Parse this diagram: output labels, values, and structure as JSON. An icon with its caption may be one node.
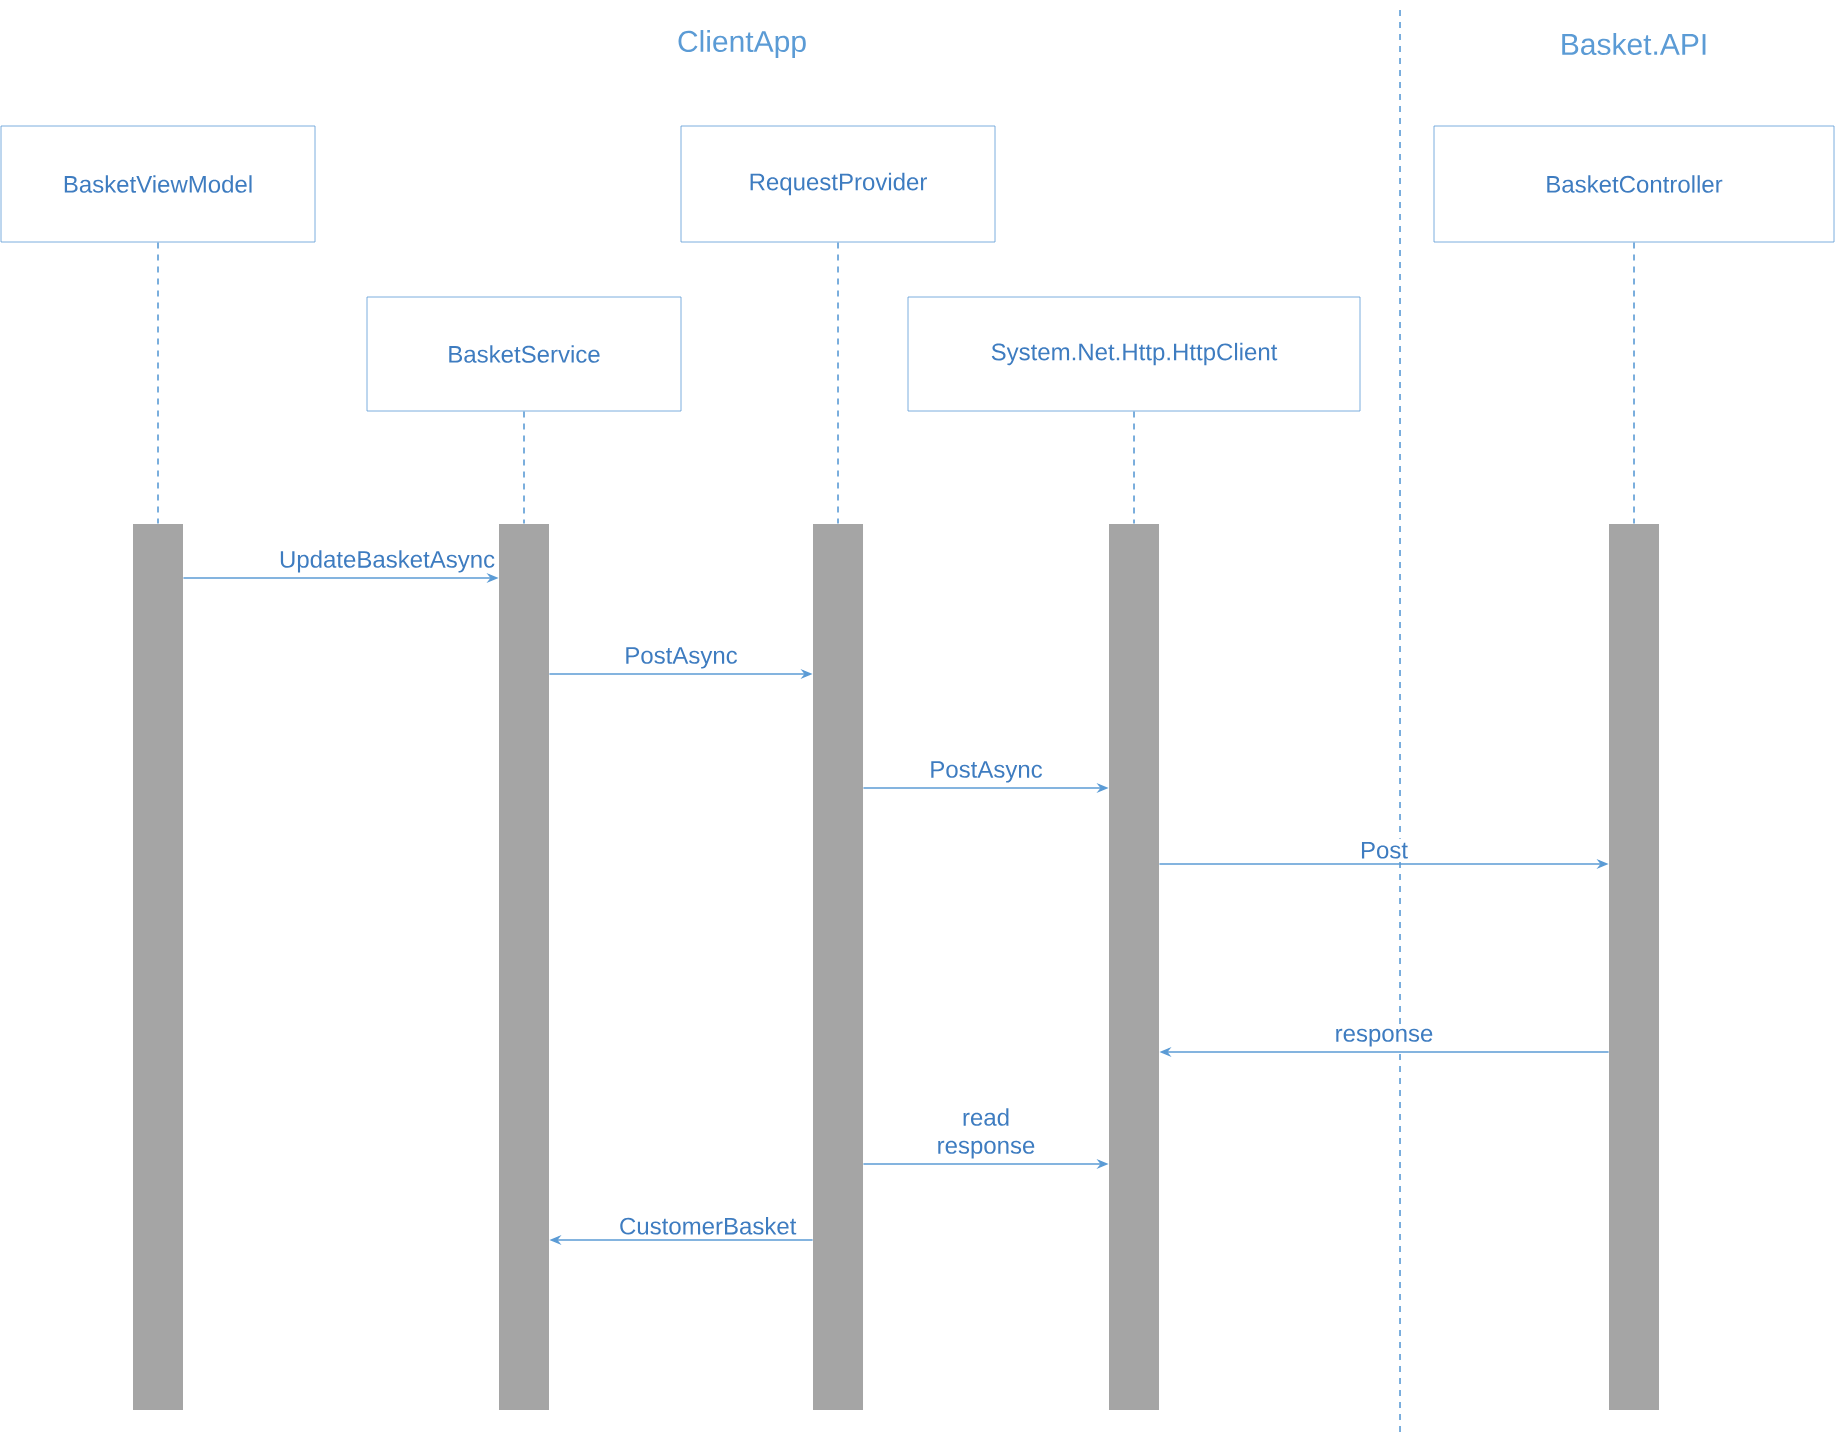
{
  "diagram": {
    "nodes": [
      {
        "text": [
          "BasketViewModel"
        ]
      },
      {
        "text": [
          "BasketService"
        ]
      },
      {
        "text": [
          "RequestProvider"
        ]
      },
      {
        "text": [
          "System.Net.Http.HttpClient"
        ]
      },
      {
        "text": [
          "BasketController"
        ]
      },
      {
        "text": [],
        "shape": "bar"
      },
      {
        "text": [],
        "shape": "bar"
      },
      {
        "text": [],
        "shape": "bar"
      },
      {
        "text": [],
        "shape": "bar"
      },
      {
        "text": [],
        "shape": "bar"
      }
    ],
    "edges": [
      {
        "from": 0,
        "to": 5,
        "arrow": "none",
        "style": "dashed"
      },
      {
        "from": 1,
        "to": 6,
        "arrow": "none",
        "style": "dashed"
      },
      {
        "from": 2,
        "to": 7,
        "arrow": "none",
        "style": "dashed"
      },
      {
        "from": 3,
        "to": 8,
        "arrow": "none",
        "style": "dashed"
      },
      {
        "from": 4,
        "to": 9,
        "arrow": "none",
        "style": "dashed"
      },
      {
        "from": 5,
        "to": 6,
        "arrow": "to",
        "label": "UpdateBasketAsync"
      },
      {
        "from": 6,
        "to": 7,
        "arrow": "to",
        "label": "PostAsync"
      },
      {
        "from": 7,
        "to": 8,
        "arrow": "to",
        "label": "PostAsync"
      },
      {
        "from": 8,
        "to": 9,
        "arrow": "to",
        "label": "Post"
      },
      {
        "from": 9,
        "to": 8,
        "arrow": "to",
        "label": "response"
      },
      {
        "from": 7,
        "to": 8,
        "arrow": "to",
        "label": "read response"
      },
      {
        "from": 7,
        "to": 6,
        "arrow": "to",
        "label": "CustomerBasket"
      }
    ],
    "labels": [
      "ClientApp",
      "Basket.API"
    ]
  }
}
